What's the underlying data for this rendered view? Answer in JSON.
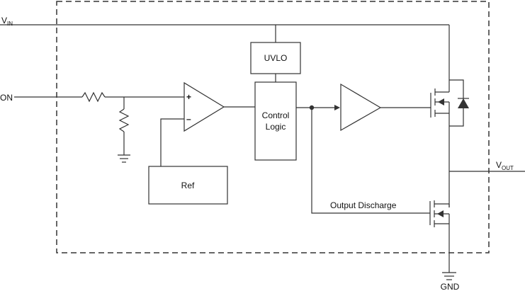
{
  "pins": {
    "vin_main": "V",
    "vin_sub": "IN",
    "on": "ON",
    "vout_main": "V",
    "vout_sub": "OUT",
    "gnd": "GND"
  },
  "blocks": {
    "uvlo": "UVLO",
    "control_line1": "Control",
    "control_line2": "Logic",
    "ref": "Ref"
  },
  "comparator": {
    "plus": "+",
    "minus": "–"
  },
  "labels": {
    "output_discharge": "Output Discharge"
  }
}
